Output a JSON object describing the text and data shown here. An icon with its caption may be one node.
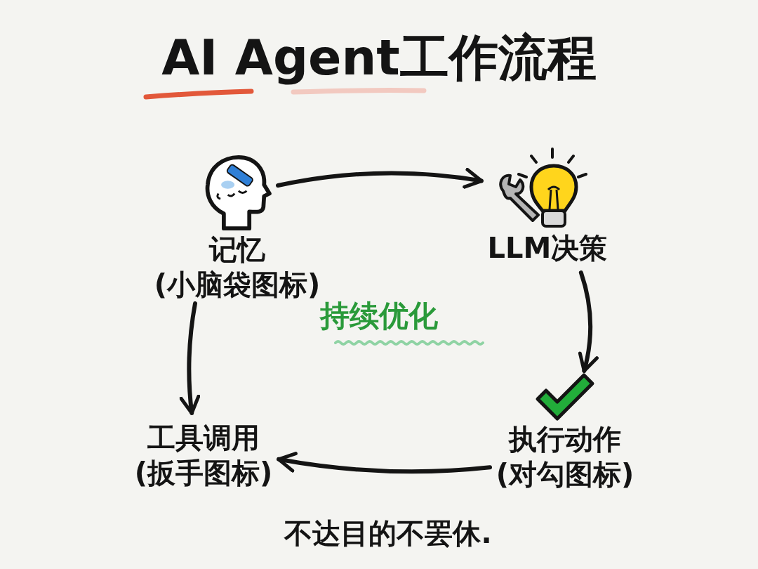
{
  "diagram": {
    "title": "AI Agent工作流程",
    "nodes": [
      {
        "text": [
          "记忆",
          "(小脑袋图标)"
        ]
      },
      {
        "text": [
          "LLM决策"
        ]
      },
      {
        "text": [
          "工具调用",
          "(扳手图标)"
        ]
      },
      {
        "text": [
          "执行动作",
          "(对勾图标)"
        ]
      }
    ],
    "edges": [
      {
        "from": 0,
        "to": 1,
        "arrow": "to"
      },
      {
        "from": 1,
        "to": 3,
        "arrow": "to"
      },
      {
        "from": 3,
        "to": 2,
        "arrow": "to"
      },
      {
        "from": 0,
        "to": 2,
        "arrow": "to"
      }
    ],
    "labels": [
      "持续优化",
      "不达目的不罢休."
    ]
  }
}
